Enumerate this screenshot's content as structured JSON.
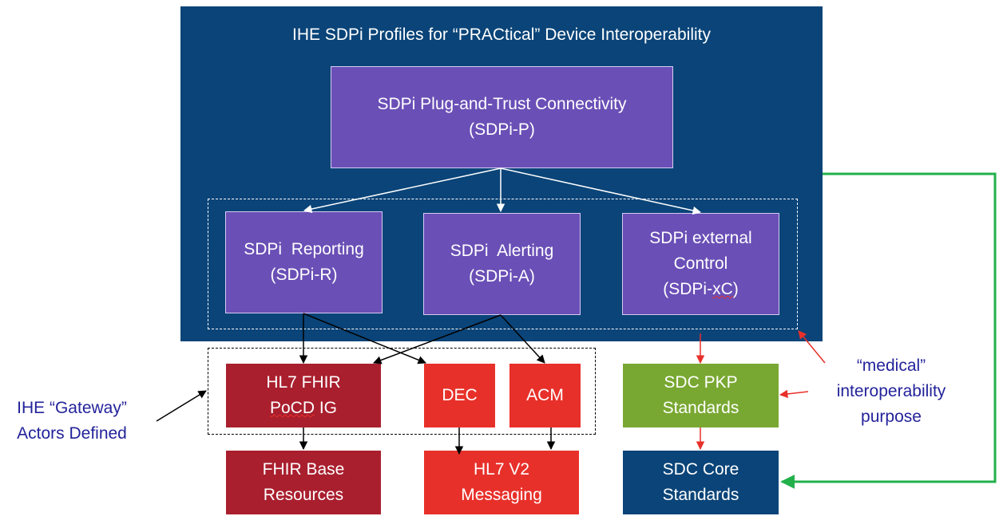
{
  "panel": {
    "title": "IHE SDPi Profiles for “PRACtical” Device Interoperability",
    "color": "#0a4478"
  },
  "sdpi_p": {
    "line1": "SDPi Plug-and-Trust Connectivity",
    "line2": "(SDPi-P)"
  },
  "sdpi_r": {
    "line1": "SDPi  Reporting",
    "line2": "(SDPi-R)"
  },
  "sdpi_a": {
    "line1": "SDPi  Alerting",
    "line2": "(SDPi-A)"
  },
  "sdpi_xc": {
    "line1": "SDPi external",
    "line2": "Control",
    "line3_prefix": "(SDPi-",
    "line3_wavy": "xC",
    "line3_suffix": ")"
  },
  "hl7_fhir": {
    "line1": "HL7 FHIR",
    "line2": "PoCD",
    "line2_suffix": " IG"
  },
  "dec": {
    "label": "DEC"
  },
  "acm": {
    "label": "ACM"
  },
  "fhir_base": {
    "line1": "FHIR Base",
    "line2": "Resources"
  },
  "hl7_v2": {
    "line1": "HL7 V2",
    "line2": "Messaging"
  },
  "sdc_pkp": {
    "line1": "SDC PKP",
    "line2": "Standards"
  },
  "sdc_core": {
    "line1": "SDC Core",
    "line2": "Standards"
  },
  "gateway_note": {
    "line1": "IHE “Gateway”",
    "line2": "Actors Defined"
  },
  "medical_note": {
    "line1": "“medical”",
    "line2": "interoperability",
    "line3": "purpose"
  },
  "colors": {
    "purple": "#6a4fb6",
    "dark_red": "#a91f2e",
    "red": "#e8302a",
    "green": "#79a832",
    "navy": "#0a4478",
    "arrow_green": "#22b04b",
    "note_text": "#23239b"
  }
}
